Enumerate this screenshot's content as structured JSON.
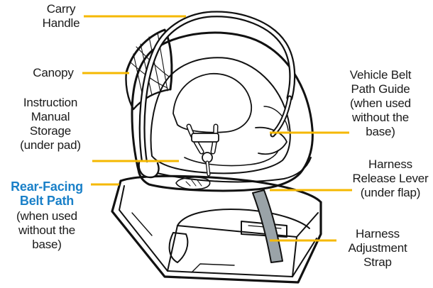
{
  "labels": {
    "carry_handle": [
      "Carry",
      "Handle"
    ],
    "canopy": [
      "Canopy"
    ],
    "instruction_manual": [
      "Instruction",
      "Manual",
      "Storage",
      "(under pad)"
    ],
    "rear_facing": {
      "title": [
        "Rear-Facing",
        "Belt Path"
      ],
      "note": [
        "(when used",
        "without the",
        "base)"
      ]
    },
    "vehicle_belt_guide": [
      "Vehicle Belt",
      "Path Guide",
      "(when used",
      "without the",
      "base)"
    ],
    "harness_release": [
      "Harness",
      "Release Lever",
      "(under flap)"
    ],
    "harness_adjustment": [
      "Harness",
      "Adjustment",
      "Strap"
    ]
  },
  "colors": {
    "leader": "#f5b800",
    "highlight": "#1a80c8",
    "text": "#1a1a1a",
    "line_art": "#111111"
  }
}
